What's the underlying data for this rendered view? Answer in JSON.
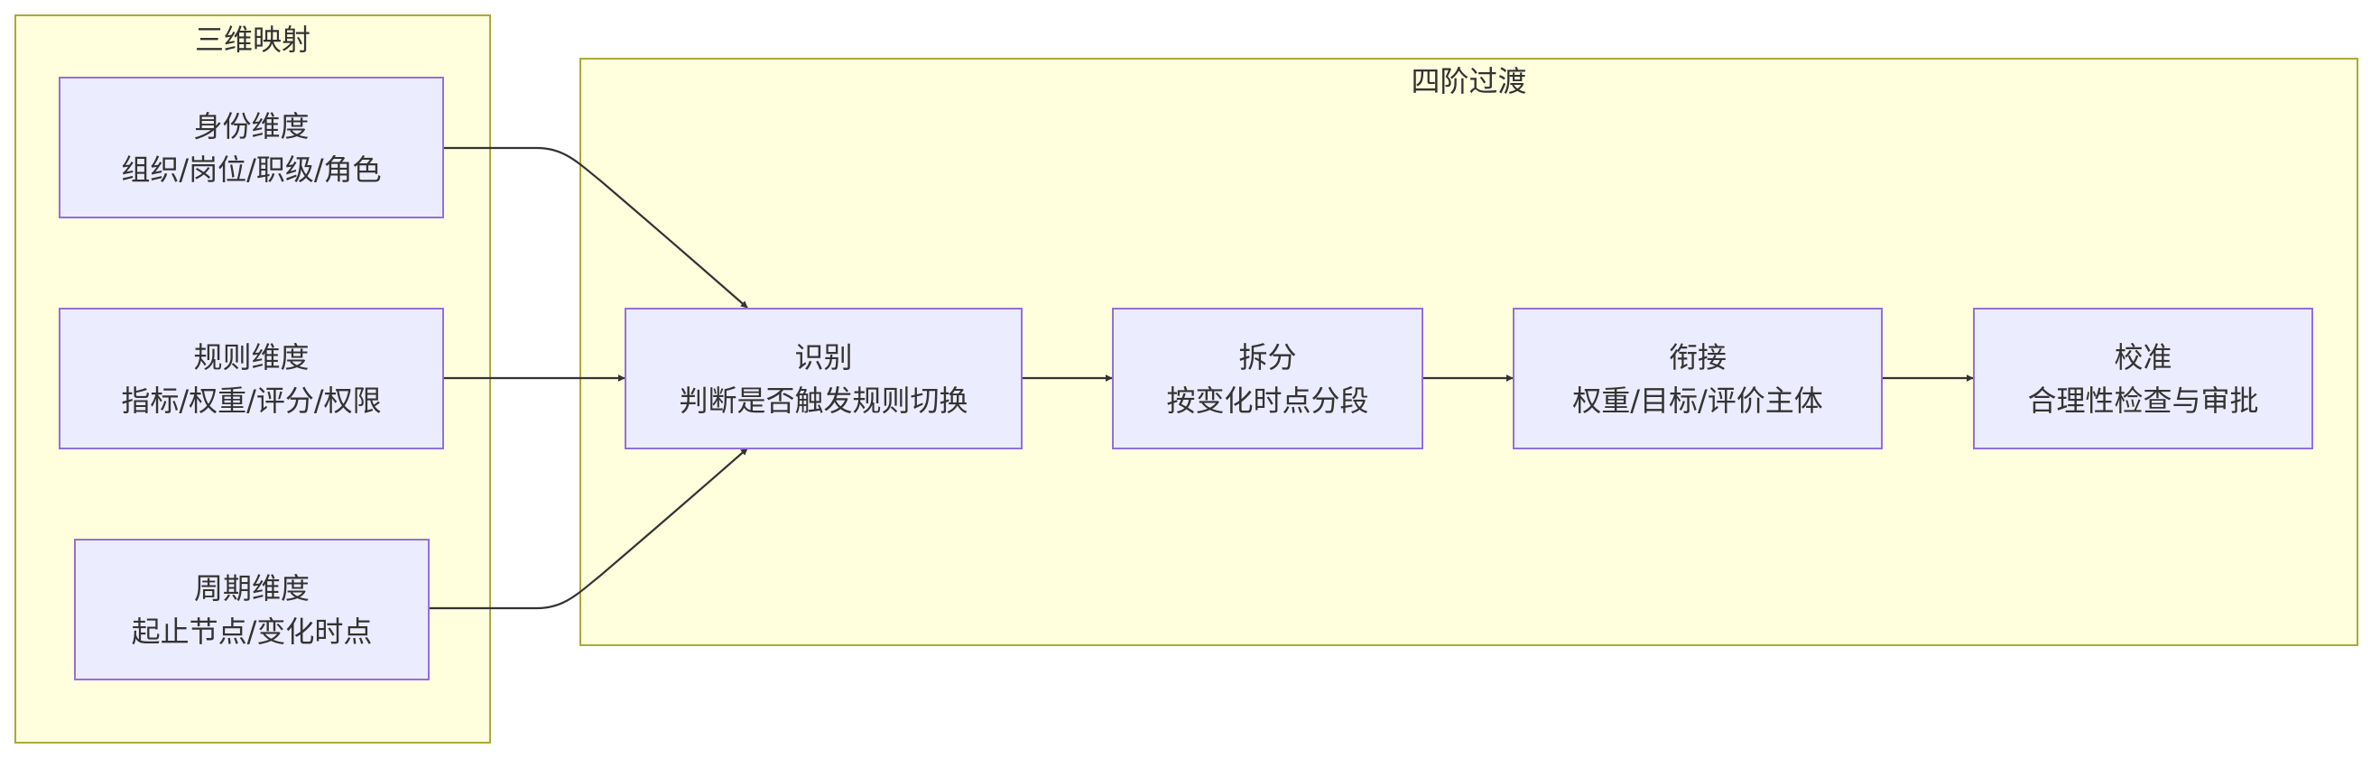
{
  "clusters": {
    "mapping": {
      "title": "三维映射"
    },
    "transition": {
      "title": "四阶过渡"
    }
  },
  "nodes": {
    "identity": {
      "line1": "身份维度",
      "line2": "组织/岗位/职级/角色"
    },
    "rules": {
      "line1": "规则维度",
      "line2": "指标/权重/评分/权限"
    },
    "cycle": {
      "line1": "周期维度",
      "line2": "起止节点/变化时点"
    },
    "identify": {
      "line1": "识别",
      "line2": "判断是否触发规则切换"
    },
    "split": {
      "line1": "拆分",
      "line2": "按变化时点分段"
    },
    "connect": {
      "line1": "衔接",
      "line2": "权重/目标/评价主体"
    },
    "calibrate": {
      "line1": "校准",
      "line2": "合理性检查与审批"
    }
  },
  "colors": {
    "cluster_fill": "#ffffde",
    "cluster_border": "#aaaa33",
    "node_fill": "#ececff",
    "node_border": "#9370db",
    "edge": "#333333",
    "text": "#333333"
  }
}
